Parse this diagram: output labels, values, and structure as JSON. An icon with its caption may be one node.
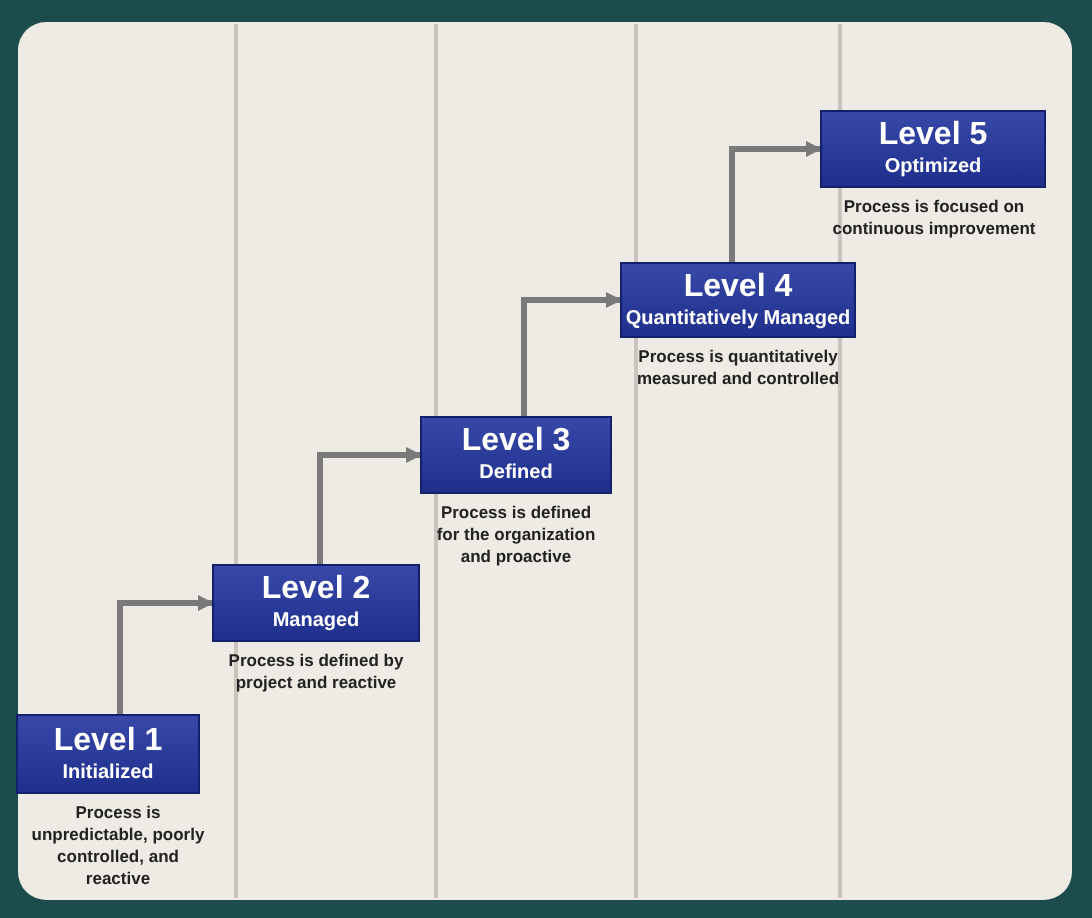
{
  "diagram": {
    "nodes": [
      {
        "text": [
          "Level 1",
          "Initialized"
        ],
        "beside": [
          "Process is unpredictable, poorly controlled, and reactive"
        ]
      },
      {
        "text": [
          "Level 2",
          "Managed"
        ],
        "beside": [
          "Process is defined by project and reactive"
        ]
      },
      {
        "text": [
          "Level 3",
          "Defined"
        ],
        "beside": [
          "Process is defined for the organization and proactive"
        ]
      },
      {
        "text": [
          "Level 4",
          "Quantitatively Managed"
        ],
        "beside": [
          "Process is quantitatively measured and controlled"
        ]
      },
      {
        "text": [
          "Level 5",
          "Optimized"
        ],
        "beside": [
          "Process is focused on continuous improvement"
        ]
      }
    ],
    "edges": [
      {
        "from": 0,
        "to": 1,
        "arrow": "to"
      },
      {
        "from": 1,
        "to": 2,
        "arrow": "to"
      },
      {
        "from": 2,
        "to": 3,
        "arrow": "to"
      },
      {
        "from": 3,
        "to": 4,
        "arrow": "to"
      }
    ]
  }
}
